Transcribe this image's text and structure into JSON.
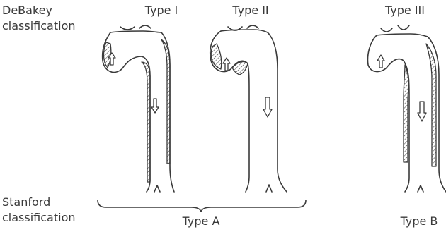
{
  "classification": {
    "debakey_line1": "DeBakey",
    "debakey_line2": "classification",
    "stanford_line1": "Stanford",
    "stanford_line2": "classification"
  },
  "types": {
    "type_i": "Type I",
    "type_ii": "Type II",
    "type_iii": "Type III",
    "type_a": "Type A",
    "type_b": "Type B"
  }
}
